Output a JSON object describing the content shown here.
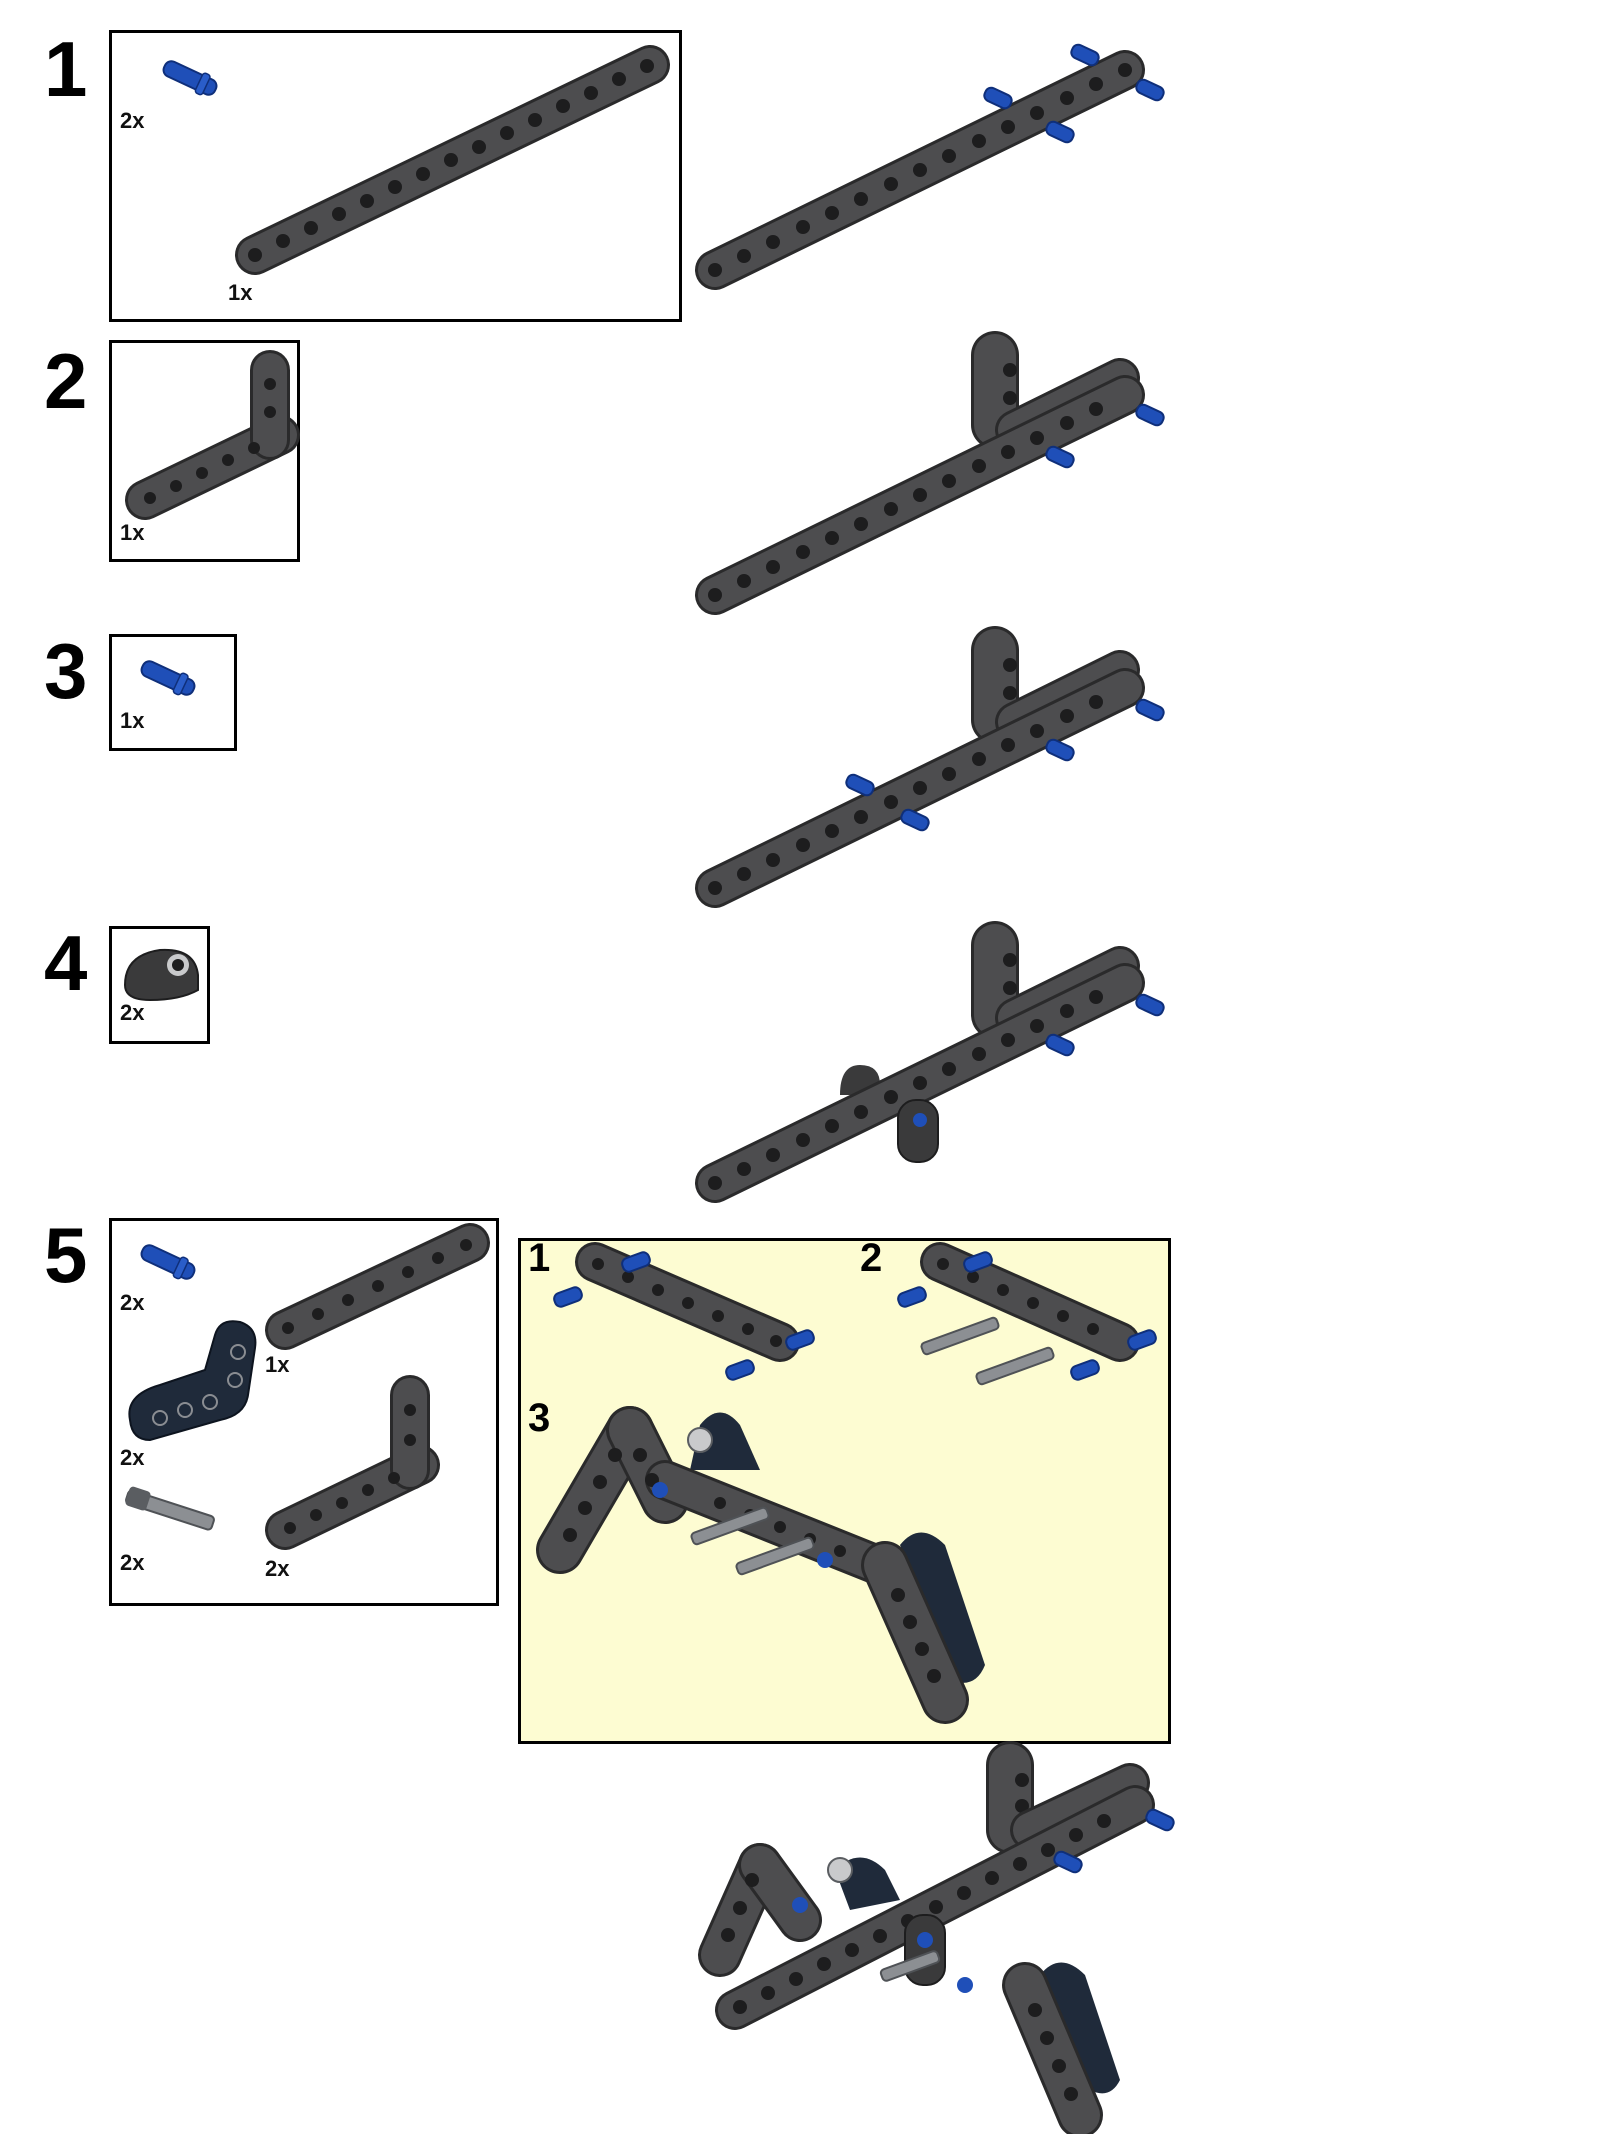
{
  "colors": {
    "beam": "#4d4d4f",
    "beam_edge": "#2a2a2b",
    "beam_hole": "#1d1d1e",
    "pin_blue": "#1f4fb8",
    "pin_blue_dark": "#0f2f7a",
    "axle_grey": "#8c8f93",
    "subpanel_bg": "#fdfcd2"
  },
  "steps": [
    {
      "number": "1",
      "parts": [
        {
          "name": "blue-axle-pin",
          "qty": "2x"
        },
        {
          "name": "beam-15",
          "qty": "1x"
        }
      ]
    },
    {
      "number": "2",
      "parts": [
        {
          "name": "l-beam",
          "qty": "1x"
        }
      ]
    },
    {
      "number": "3",
      "parts": [
        {
          "name": "blue-axle-pin",
          "qty": "1x"
        }
      ]
    },
    {
      "number": "4",
      "parts": [
        {
          "name": "cross-block",
          "qty": "2x"
        }
      ]
    },
    {
      "number": "5",
      "parts": [
        {
          "name": "blue-axle-pin",
          "qty": "2x"
        },
        {
          "name": "beam-7",
          "qty": "1x"
        },
        {
          "name": "bent-beam",
          "qty": "2x"
        },
        {
          "name": "grey-axle",
          "qty": "2x"
        },
        {
          "name": "l-beam",
          "qty": "2x"
        }
      ],
      "substeps": [
        "1",
        "2",
        "3"
      ]
    }
  ]
}
